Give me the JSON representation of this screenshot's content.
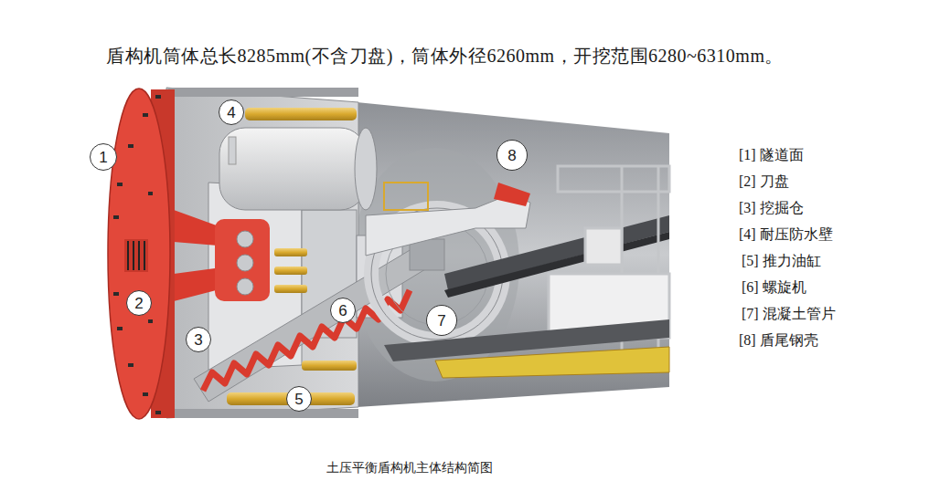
{
  "diagram": {
    "title": "盾构机筒体总长8285mm(不含刀盘)，筒体外径6260mm，开挖范围6280~6310mm。",
    "caption": "土压平衡盾构机主体结构简图",
    "nodes": [
      {
        "text": [
          "4"
        ]
      },
      {
        "text": [
          "1"
        ]
      },
      {
        "text": [
          "8"
        ]
      },
      {
        "text": [
          "6"
        ]
      },
      {
        "text": [
          "2"
        ]
      },
      {
        "text": [
          "7"
        ]
      },
      {
        "text": [
          "3"
        ]
      },
      {
        "text": [
          "5"
        ]
      }
    ],
    "labels": [
      "[1] 隧道面",
      "[2] 刀盘",
      "[3] 挖掘仓",
      "[4] 耐压防水壁",
      "[5] 推力油缸",
      "[6] 螺旋机",
      "[7] 混凝土管片",
      "[8] 盾尾钢壳"
    ]
  }
}
